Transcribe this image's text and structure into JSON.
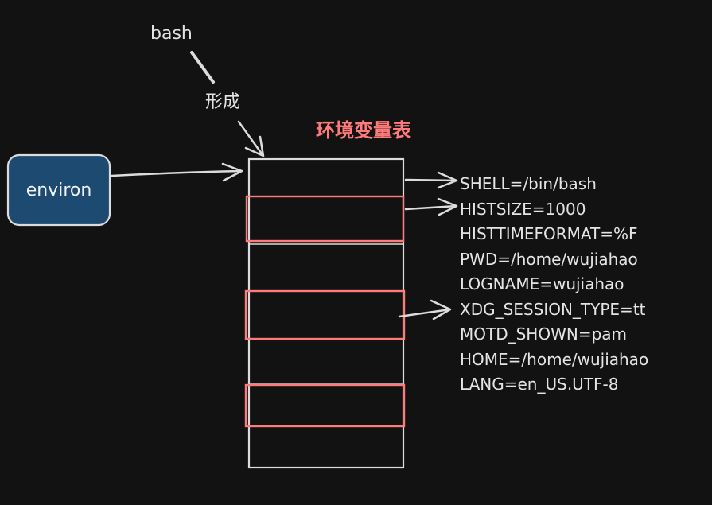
{
  "labels": {
    "bash": "bash",
    "forms": "形成",
    "title": "环境变量表",
    "environ": "environ"
  },
  "env_vars": [
    "SHELL=/bin/bash",
    "HISTSIZE=1000",
    "HISTTIMEFORMAT=%F",
    "PWD=/home/wujiahao",
    "LOGNAME=wujiahao",
    "XDG_SESSION_TYPE=tt",
    "MOTD_SHOWN=pam",
    "HOME=/home/wujiahao",
    "LANG=en_US.UTF-8"
  ],
  "colors": {
    "background": "#121212",
    "stroke": "#dcdcdc",
    "highlight": "#ff7b7b",
    "environ_fill": "#1c4a70"
  }
}
